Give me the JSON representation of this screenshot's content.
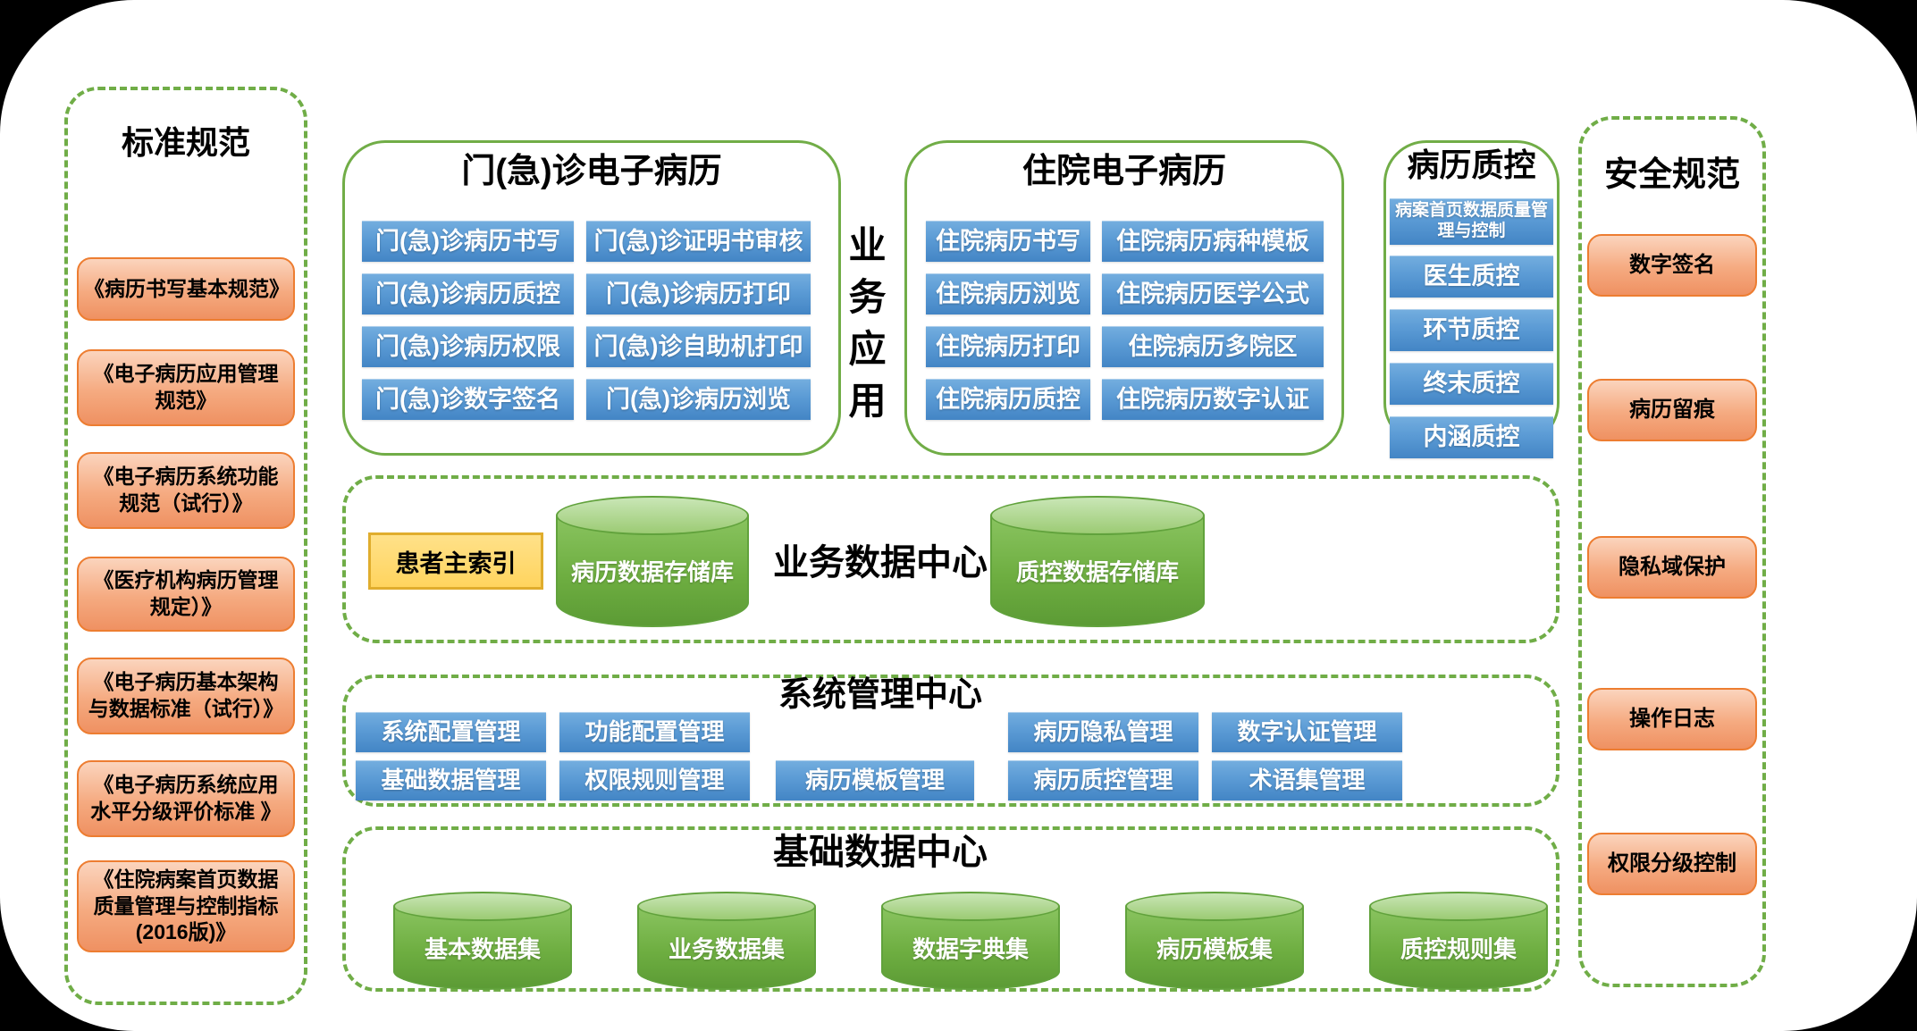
{
  "colors": {
    "panel_green": "#70AD47",
    "blue_box": "#5B9BD5",
    "orange_border": "#ED7D31",
    "orange_fill": "#F5AA80",
    "yellow_fill": "#FFD966",
    "yellow_border": "#E0AD2D",
    "cylinder_green": "#6EAE41",
    "background": "#FFFFFF"
  },
  "standards_panel": {
    "title": "标准规范",
    "items": [
      "《病历书写基本规范》",
      "《电子病历应用管理规范》",
      "《电子病历系统功能规范（试行）》",
      "《医疗机构病历管理规定）》",
      "《电子病历基本架构与数据标准（试行）》",
      "《电子病历系统应用水平分级评价标准 》",
      "《住院病案首页数据质量管理与控制指标(2016版)》"
    ]
  },
  "outpatient_panel": {
    "title": "门(急)诊电子病历",
    "col1": [
      "门(急)诊病历书写",
      "门(急)诊病历质控",
      "门(急)诊病历权限",
      "门(急)诊数字签名"
    ],
    "col2": [
      "门(急)诊证明书审核",
      "门(急)诊病历打印",
      "门(急)诊自助机打印",
      "门(急)诊病历浏览"
    ]
  },
  "business_apps_label": "业务应用",
  "inpatient_panel": {
    "title": "住院电子病历",
    "col1": [
      "住院病历书写",
      "住院病历浏览",
      "住院病历打印",
      "住院病历质控"
    ],
    "col2": [
      "住院病历病种模板",
      "住院病历医学公式",
      "住院病历多院区",
      "住院病历数字认证"
    ]
  },
  "qc_panel": {
    "title": "病历质控",
    "items": [
      "病案首页数据质量管理与控制",
      "医生质控",
      "环节质控",
      "终末质控",
      "内涵质控"
    ]
  },
  "security_panel": {
    "title": "安全规范",
    "items": [
      "数字签名",
      "病历留痕",
      "隐私域保护",
      "操作日志",
      "权限分级控制"
    ]
  },
  "business_data_center": {
    "title": "业务数据中心",
    "index_box": "患者主索引",
    "cylinders": [
      "病历数据存储库",
      "质控数据存储库"
    ]
  },
  "system_mgmt_center": {
    "title": "系统管理中心",
    "row1": [
      "系统配置管理",
      "功能配置管理",
      "病历隐私管理",
      "数字认证管理"
    ],
    "row2": [
      "基础数据管理",
      "权限规则管理",
      "病历模板管理",
      "病历质控管理",
      "术语集管理"
    ]
  },
  "basic_data_center": {
    "title": "基础数据中心",
    "cylinders": [
      "基本数据集",
      "业务数据集",
      "数据字典集",
      "病历模板集",
      "质控规则集"
    ]
  }
}
